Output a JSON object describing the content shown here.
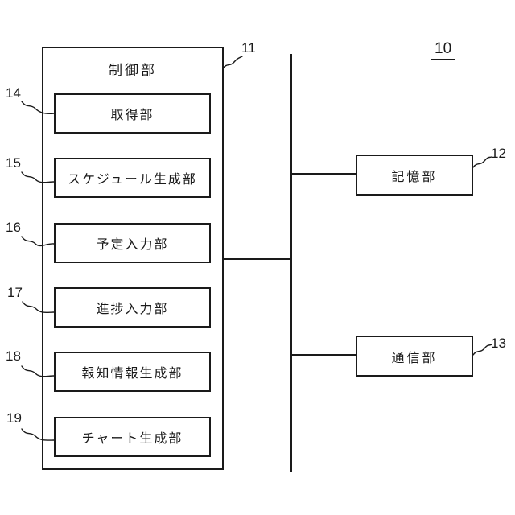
{
  "figure": {
    "system_ref": "10",
    "control_unit": {
      "ref": "11",
      "label": "制御部",
      "sub_units": [
        {
          "ref": "14",
          "label": "取得部"
        },
        {
          "ref": "15",
          "label": "スケジュール生成部"
        },
        {
          "ref": "16",
          "label": "予定入力部"
        },
        {
          "ref": "17",
          "label": "進捗入力部"
        },
        {
          "ref": "18",
          "label": "報知情報生成部"
        },
        {
          "ref": "19",
          "label": "チャート生成部"
        }
      ]
    },
    "peripheral_units": [
      {
        "ref": "12",
        "label": "記憶部"
      },
      {
        "ref": "13",
        "label": "通信部"
      }
    ],
    "colors": {
      "line": "#1a1a1a",
      "background": "#ffffff"
    }
  }
}
